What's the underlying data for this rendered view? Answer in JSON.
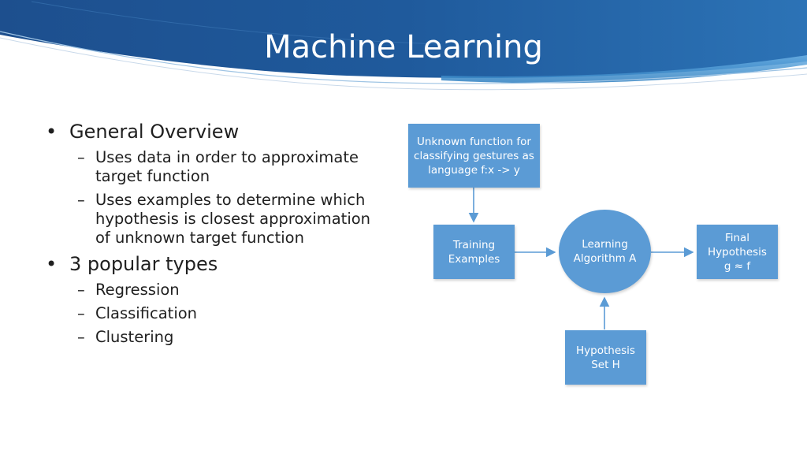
{
  "slide": {
    "title": "Machine Learning"
  },
  "bullets": [
    {
      "text": "General Overview",
      "sub": [
        "Uses data in order to approximate target function",
        "Uses examples to determine which hypothesis is closest approximation of unknown target function"
      ]
    },
    {
      "text": "3 popular types",
      "sub": [
        "Regression",
        "Classification",
        "Clustering"
      ]
    }
  ],
  "diagram": {
    "unknown_function": "Unknown function for classifying gestures as language f:x -> y",
    "training_examples": "Training Examples",
    "learning_algorithm": "Learning Algorithm A",
    "final_hypothesis": "Final Hypothesis g ≈ f",
    "hypothesis_set": "Hypothesis Set H"
  },
  "colors": {
    "header_dark": "#1f4e8c",
    "header_light": "#4a90c8",
    "box_fill": "#5b9bd5",
    "arrow": "#5b9bd5"
  }
}
